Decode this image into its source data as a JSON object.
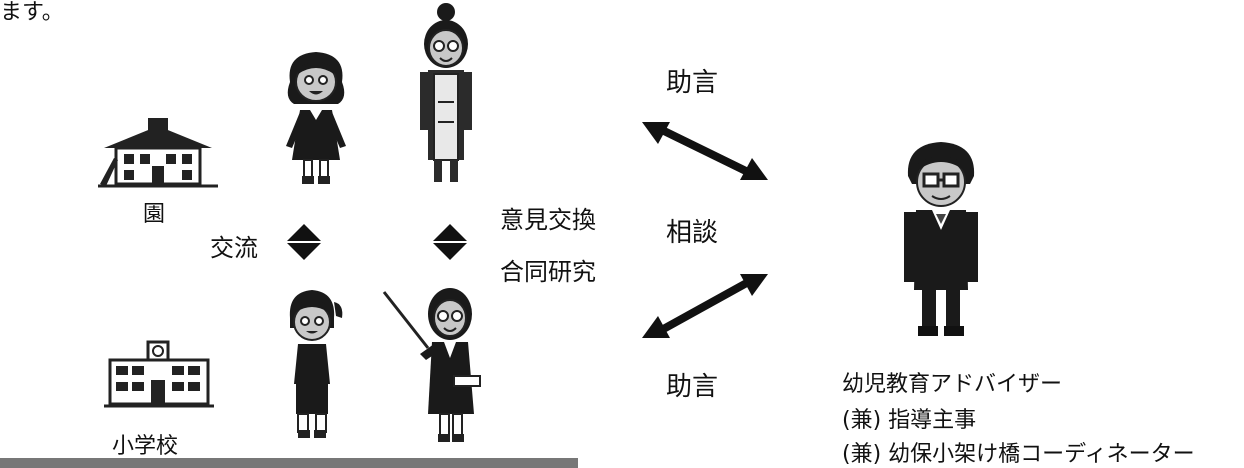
{
  "top_fragment": "ます。",
  "labels": {
    "kindergarten": "園",
    "elementary_school": "小学校",
    "interaction": "交流",
    "exchange_line1": "意見交換",
    "exchange_line2": "合同研究",
    "advice_top": "助言",
    "consultation": "相談",
    "advice_bottom": "助言"
  },
  "advisor": {
    "title_line1": "幼児教育アドバイザー",
    "title_line2": "(兼) 指導主事",
    "title_line3": "(兼) 幼保小架け橋コーディネーター"
  },
  "colors": {
    "ink": "#111111",
    "skin": "#c8c8c8",
    "dark": "#1a1a1a",
    "gray": "#777777"
  }
}
